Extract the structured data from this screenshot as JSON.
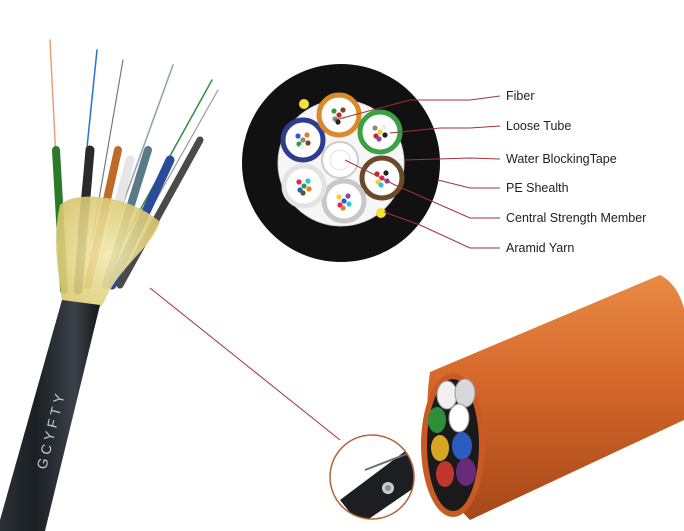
{
  "cable": {
    "jacket_print": "GCYFTY",
    "jacket_color": "#20252b",
    "sheath_color": "#d96a2a"
  },
  "labels": {
    "fiber": "Fiber",
    "loose_tube": "Loose Tube",
    "water_blocking_tape": "Water BlockingTape",
    "pe_sheath": "PE Shealth",
    "central_strength_member": "Central Strength Member",
    "aramid_yarn": "Aramid Yarn"
  },
  "leader_color": "#a0333b",
  "tube_colors": [
    "#2d3d8f",
    "#d98a2a",
    "#3aa245",
    "#6b4a2a",
    "#d0d0d0",
    "#e8e8e8"
  ],
  "fiber_colors": [
    "#1f63c6",
    "#e87a1e",
    "#2f9e3a",
    "#7a4a1e",
    "#888888",
    "#eeeeee",
    "#c62828",
    "#222222",
    "#f2d22a",
    "#8e44ad",
    "#e91e63",
    "#26c6da"
  ]
}
